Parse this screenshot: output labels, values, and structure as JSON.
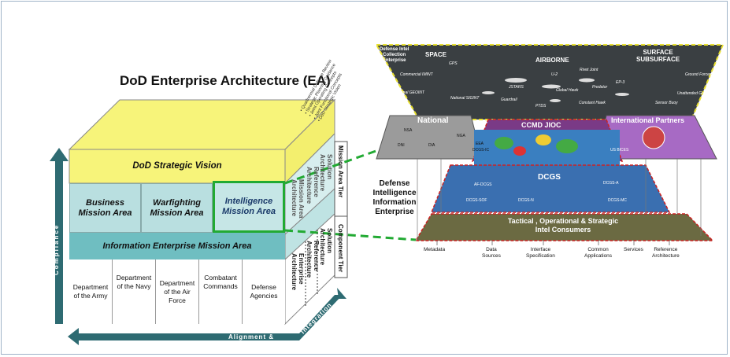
{
  "left": {
    "title": "DoD Enterprise Architecture (EA)",
    "strategic_vision": "DoD Strategic Vision",
    "mission_areas": [
      "Business\nMission Area",
      "Warfighting\nMission Area",
      "Intelligence\nMission Area"
    ],
    "information_enterprise": "Information  Enterprise Mission Area",
    "components": [
      "Department\nof the Army",
      "Department\nof the Navy",
      "Department\nof the Air\nForce",
      "Combatant\nCommands",
      "Defense\nAgencies"
    ],
    "side_labels_upper": [
      "Solution\nArchitecture",
      "Reference\nArchitecture",
      "Mission Area\nArchitecture"
    ],
    "side_labels_lower": [
      "Solution\nArchitecture",
      "Reference\nArchitecture",
      "Enterprise\nArchitecture"
    ],
    "tier_labels": [
      "Mission Area Tier",
      "Component Tier"
    ],
    "top_diag_text": "• Quadrennial Defense Review\n• Strategic Planning Guidance\n• Joint Operating Concepts\n• Joint Functional Concepts\n• DoD Strategic Vision",
    "compliance": "Compliance",
    "alignment": "Alignment &",
    "integration": "Integration"
  },
  "connector_label": "Defense\nIntelligence\nInformation\nEnterprise",
  "right": {
    "top_corner": "Defense Intel\nCollection\nEnterprise",
    "regions": [
      "SPACE",
      "AIRBORNE",
      "SURFACE\nSUBSURFACE"
    ],
    "assets": [
      "Commercial IMINT",
      "GPS",
      "National GEOINT",
      "National SIGINT",
      "JSTARS",
      "U-2",
      "Rivet Joint",
      "Global Hawk",
      "Predator",
      "EP-3",
      "Constant Hawk",
      "PTDS",
      "Guardrail",
      "Ground Forces",
      "Unattended Ground",
      "Sensor Buoy"
    ],
    "national": "National",
    "national_items": [
      "NSA",
      "NGA",
      "DIA",
      "DNI"
    ],
    "international": "International Partners",
    "ccmd": "CCMD JIOC",
    "ccmd_items": [
      "EEA",
      "DCGS-IC",
      "US BICES"
    ],
    "dcgs": "DCGS",
    "dcgs_items": [
      "AF-DCGS",
      "DCGS-A",
      "DCGS-SOF",
      "DCGS-N",
      "DCGS-MC"
    ],
    "tactical": "Tactical , Operational & Strategic\nIntel Consumers",
    "consumers": [
      "Metadata",
      "Data\nSources",
      "Interface\nSpecification",
      "Common\nApplications",
      "Services",
      "Reference\nArchitecture"
    ]
  },
  "colors": {
    "yellow": "#f7f47a",
    "teal": "#7fc6c8",
    "highlight": "#22aa33",
    "arrow": "#2e6b72"
  }
}
